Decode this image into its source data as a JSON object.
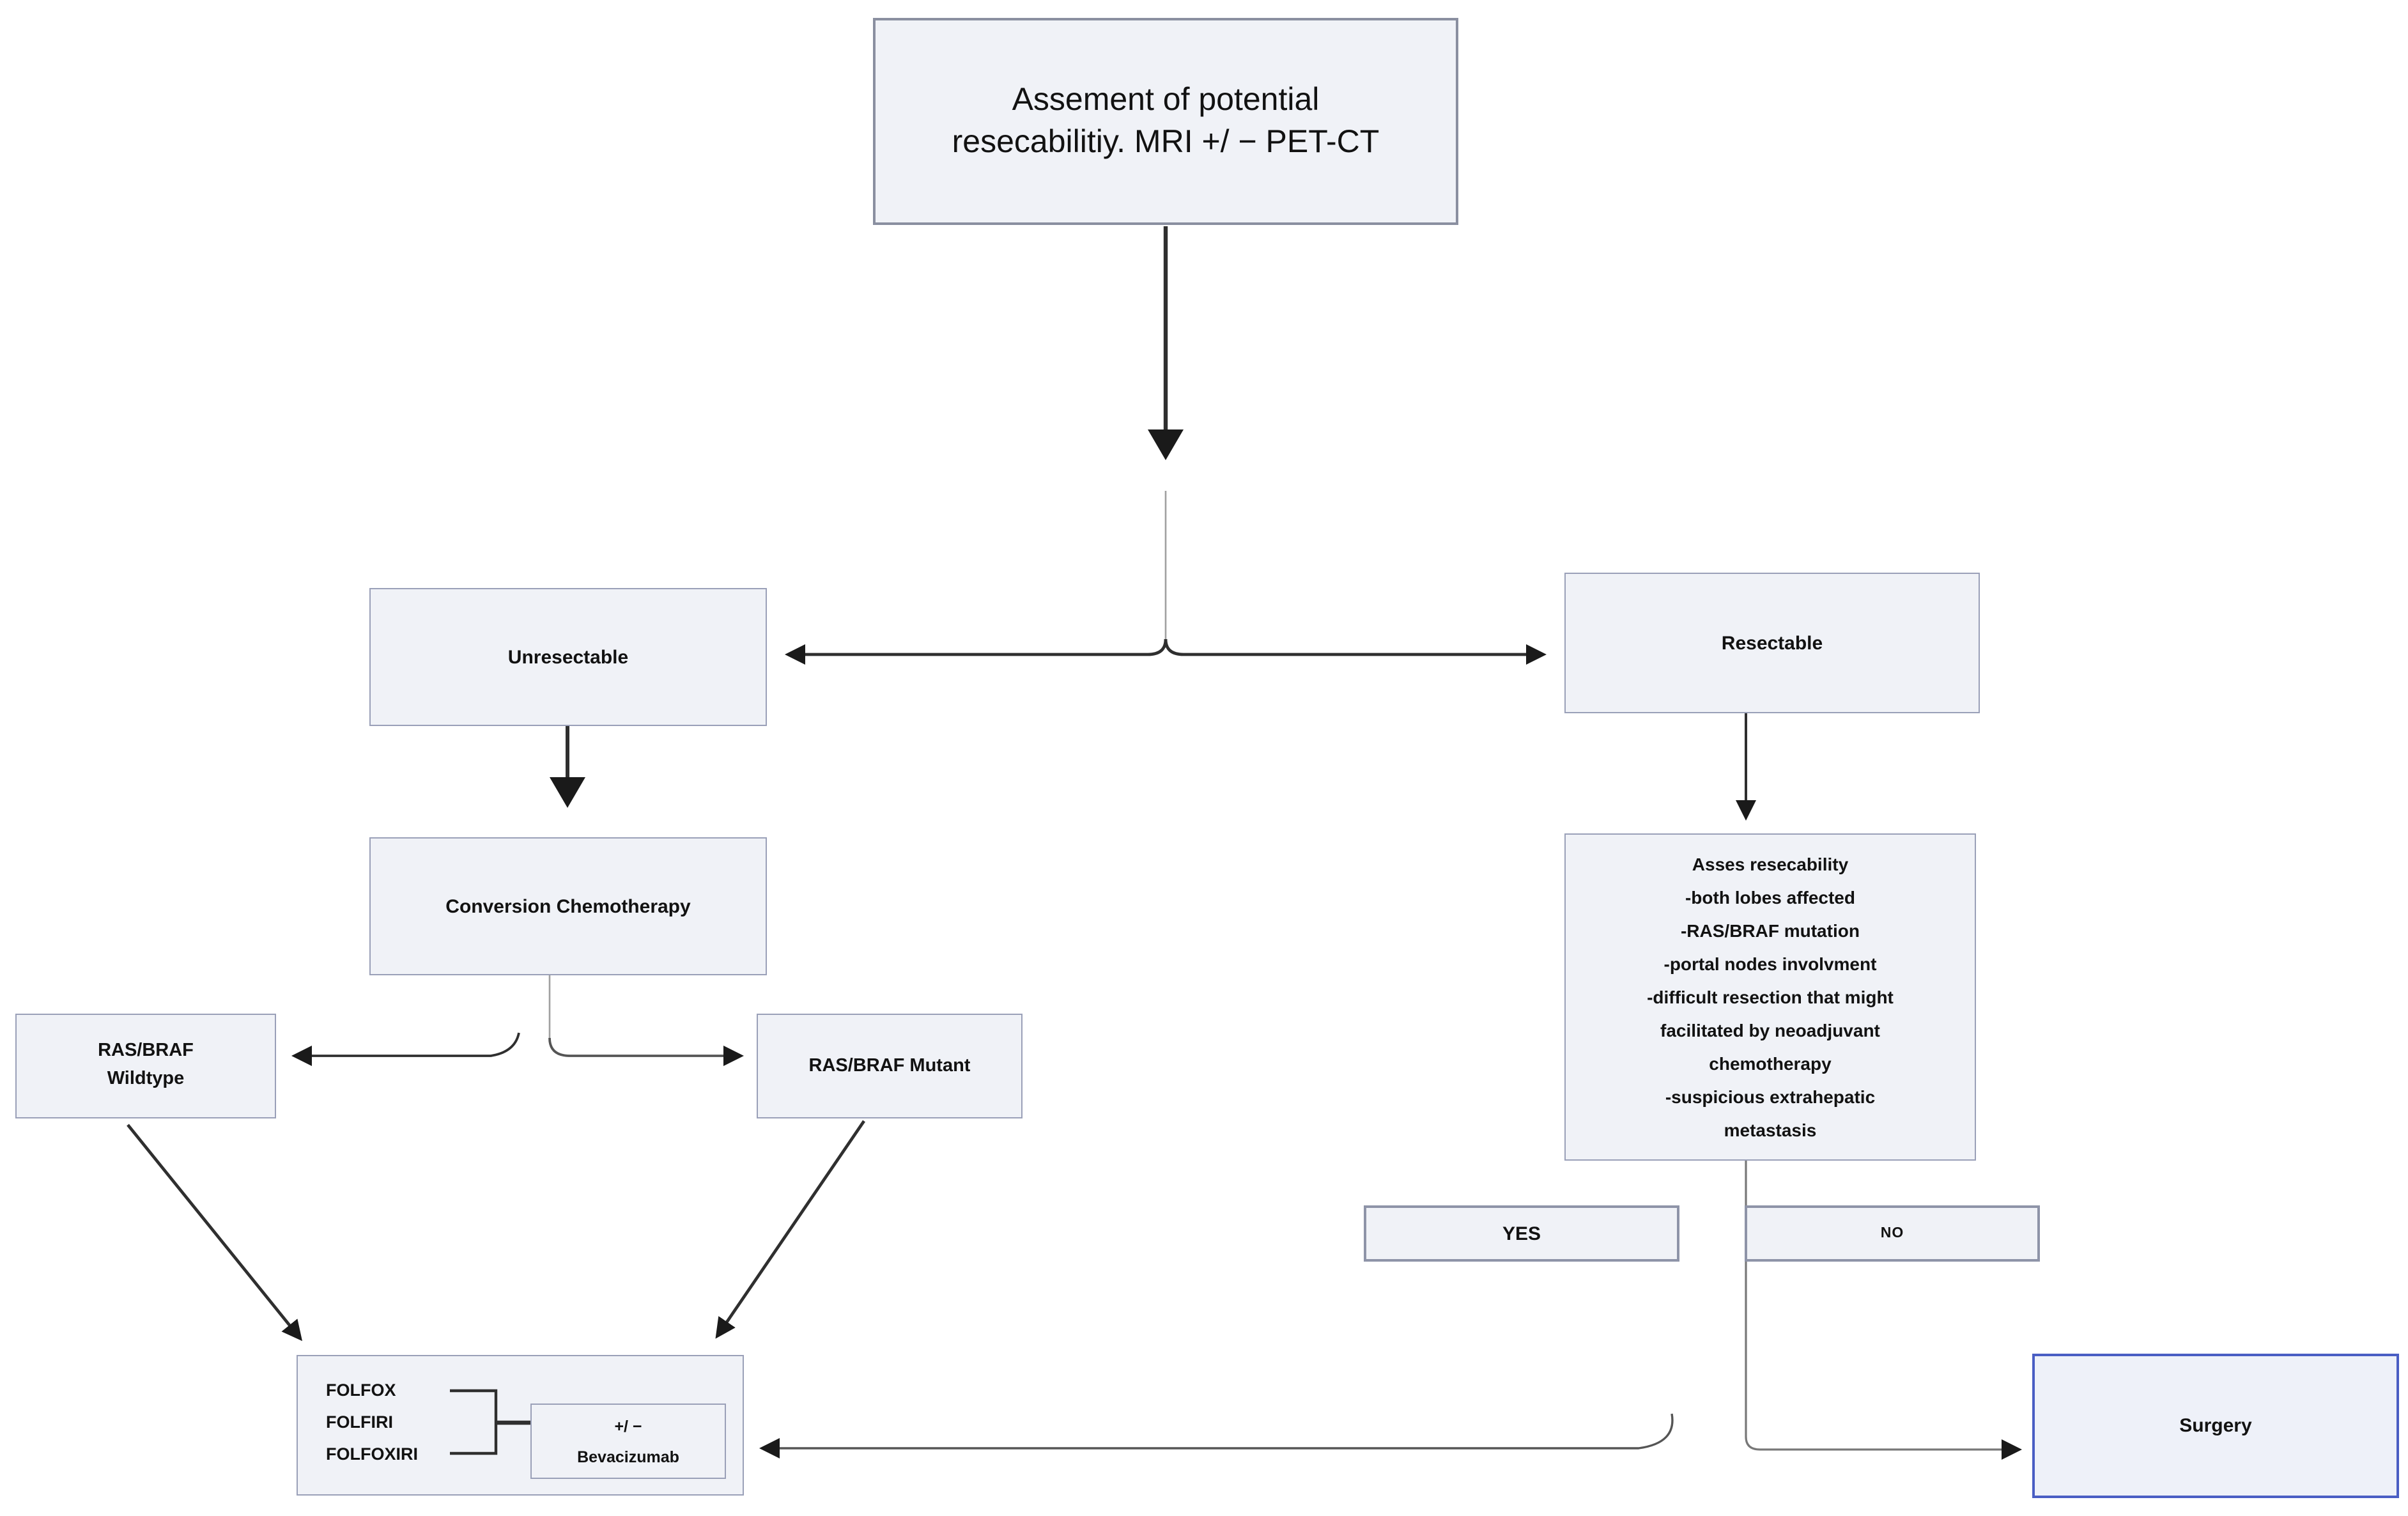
{
  "nodes": {
    "assessment": {
      "label": "Assement of potential resecabilitiy. MRI +/ − PET-CT"
    },
    "unresectable": {
      "label": "Unresectable"
    },
    "conversion": {
      "label": "Conversion Chemotherapy"
    },
    "wildtype": {
      "label": "RAS/BRAF\nWildtype"
    },
    "mutant": {
      "label": "RAS/BRAF Mutant"
    },
    "folfox": {
      "label": "FOLFOX\nFOLFIRI\nFOLFOXIRI"
    },
    "bevacizumab": {
      "label": "+/ −\nBevacizumab"
    },
    "resectable": {
      "label": "Resectable"
    },
    "assess_criteria": {
      "label": "Asses resecability\n-both lobes affected\n-RAS/BRAF mutation\n-portal nodes involvment\n-difficult resection that might\nfacilitated by neoadjuvant\nchemotherapy\n-suspicious extrahepatic\nmetastasis"
    },
    "yes": {
      "label": "YES"
    },
    "no": {
      "label": "NO"
    },
    "surgery": {
      "label": "Surgery"
    }
  },
  "colors": {
    "node_fill": "#f0f2f7",
    "node_border": "#9aa0b8",
    "surgery_border": "#4a5ec4",
    "line": "#2f2f2f",
    "faint_line": "#a0a0a0",
    "mid_line": "#555555",
    "soft_line": "#787878",
    "arrow": "#1a1a1a"
  }
}
